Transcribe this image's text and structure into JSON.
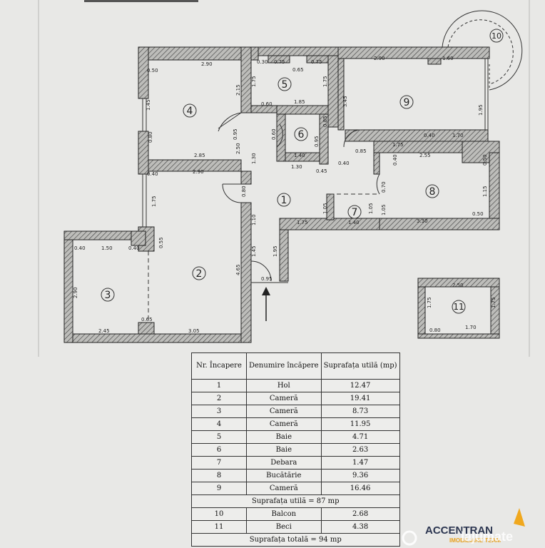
{
  "plan": {
    "room_numbers": [
      "1",
      "2",
      "3",
      "4",
      "5",
      "6",
      "7",
      "8",
      "9",
      "10",
      "11"
    ],
    "dims": {
      "r4_top": "2.90",
      "r4_left_top": "0.50",
      "r4_left_mid": "1.45",
      "r4_left_low": "0.80",
      "r4_right": "2.15",
      "r4_bottom": "2.85",
      "r4_r2": "2.50",
      "r5_a": "0.30",
      "r5_b": "0.75",
      "r5_c": "0.75",
      "r5_d": "0.65",
      "r5_left": "1.75",
      "r5_right": "1.75",
      "r5_bottom": "1.85",
      "r5_door": "0.60",
      "r6_left": "0.60",
      "r6_right_a": "0.85",
      "r6_right_b": "0.95",
      "r6_bottom": "1.40",
      "r6_under": "1.30",
      "r6_x": "0.45",
      "r9_top": "2.90",
      "r9_top_b": "1.60",
      "r9_left": "3.45",
      "r9_right": "1.95",
      "r9_bottom_a": "0.40",
      "r9_bottom_b": "1.70",
      "r9_bottom_c": "1.75",
      "r9_door": "0.85",
      "r8_top": "2.55",
      "r8_left_a": "0.40",
      "r8_door": "0.70",
      "r8_right_a": "0.50",
      "r8_right_b": "1.15",
      "r8_bottom": "3.30",
      "r8_br": "0.50",
      "r8_x": "0.40",
      "r7_left": "1.05",
      "r7_right": "1.05",
      "r7_right_b": "1.05",
      "r7_bottom": "1.40",
      "h1_door": "0.95",
      "h1_left": "1.30",
      "h1_door2": "0.80",
      "h1_left2": "1.10",
      "h1_bottom": "1.75",
      "h1_entry": "1.45",
      "h1_entry_b": "1.95",
      "h1_entry_c": "0.95",
      "r2_top": "2.90",
      "r2_top_l": "0.40",
      "r2_left": "1.75",
      "r2_left_b": "0.55",
      "r2_right": "4.65",
      "r2_bottom": "3.05",
      "r2_x": "0.65",
      "r3_a": "0.40",
      "r3_b": "1.50",
      "r3_c": "0.40",
      "r3_left": "2.90",
      "r3_bottom": "2.45",
      "r11_top": "2.50",
      "r11_left": "1.75",
      "r11_right": "1.75",
      "r11_a": "0.80",
      "r11_b": "1.70"
    }
  },
  "table": {
    "headers": [
      "Nr. Încapere",
      "Denumire încăpere",
      "Suprafața utilă (mp)"
    ],
    "rows_a": [
      {
        "nr": "1",
        "name": "Hol",
        "area": "12.47"
      },
      {
        "nr": "2",
        "name": "Cameră",
        "area": "19.41"
      },
      {
        "nr": "3",
        "name": "Cameră",
        "area": "8.73"
      },
      {
        "nr": "4",
        "name": "Cameră",
        "area": "11.95"
      },
      {
        "nr": "5",
        "name": "Baie",
        "area": "4.71"
      },
      {
        "nr": "6",
        "name": "Baie",
        "area": "2.63"
      },
      {
        "nr": "7",
        "name": "Debara",
        "area": "1.47"
      },
      {
        "nr": "8",
        "name": "Bucătărie",
        "area": "9.36"
      },
      {
        "nr": "9",
        "name": "Cameră",
        "area": "16.46"
      }
    ],
    "subtotal": "Suprafața utilă = 87 mp",
    "rows_b": [
      {
        "nr": "10",
        "name": "Balcon",
        "area": "2.68"
      },
      {
        "nr": "11",
        "name": "Beci",
        "area": "4.38"
      }
    ],
    "total": "Suprafața totală = 94 mp"
  },
  "watermark": {
    "brand": "ACCENTRAN",
    "sub": "IMOBILIARE TEAM",
    "site": "lajumate"
  },
  "colors": {
    "wall": "#8a8a88",
    "line": "#222222",
    "paper": "#e8e8e6"
  }
}
